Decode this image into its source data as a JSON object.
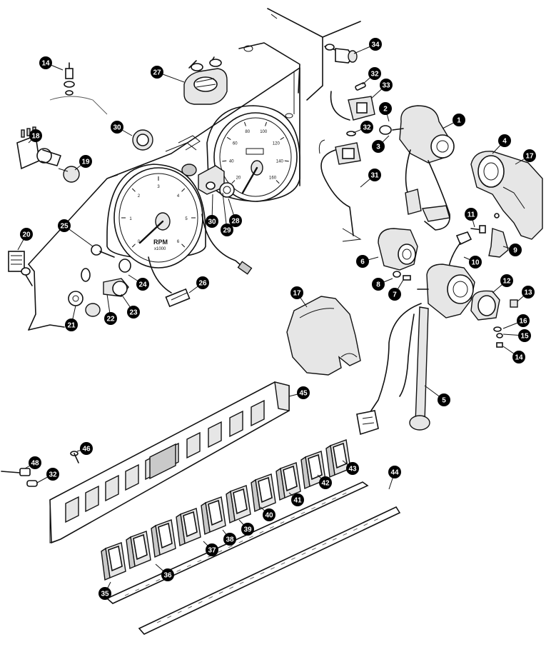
{
  "diagram": {
    "style": "exploded parts view, black line art on white",
    "gauges": {
      "tachometer": {
        "face_label": "RPM",
        "face_sublabel": "x1000",
        "scale": [
          "0",
          "1",
          "2",
          "3",
          "4",
          "5",
          "6"
        ]
      },
      "speedometer": {
        "scale": [
          "20",
          "40",
          "60",
          "80",
          "100",
          "120",
          "140",
          "160"
        ]
      }
    },
    "callouts": [
      {
        "id": "c1",
        "label": "1",
        "points_to": "ignition switch"
      },
      {
        "id": "c2",
        "label": "2",
        "points_to": "ignition switch screw"
      },
      {
        "id": "c3",
        "label": "3",
        "points_to": "switch fixing screw"
      },
      {
        "id": "c4",
        "label": "4",
        "points_to": "upper shroud"
      },
      {
        "id": "c5",
        "label": "5",
        "points_to": "steering column switch"
      },
      {
        "id": "c6",
        "label": "6",
        "points_to": "sender unit"
      },
      {
        "id": "c7",
        "label": "7",
        "points_to": "screw"
      },
      {
        "id": "c8",
        "label": "8",
        "points_to": "washer"
      },
      {
        "id": "c9",
        "label": "9",
        "points_to": "clamp"
      },
      {
        "id": "c10",
        "label": "10",
        "points_to": "harness"
      },
      {
        "id": "c11",
        "label": "11",
        "points_to": "bolt"
      },
      {
        "id": "c12",
        "label": "12",
        "points_to": "clamp ring"
      },
      {
        "id": "c13",
        "label": "13",
        "points_to": "nut"
      },
      {
        "id": "c14",
        "label": "14",
        "points_to": "bolt"
      },
      {
        "id": "c14b",
        "label": "14",
        "points_to": "sender"
      },
      {
        "id": "c15",
        "label": "15",
        "points_to": "washer"
      },
      {
        "id": "c16",
        "label": "16",
        "points_to": "washer"
      },
      {
        "id": "c17",
        "label": "17",
        "points_to": "shroud half"
      },
      {
        "id": "c17b",
        "label": "17",
        "points_to": "lower shroud"
      },
      {
        "id": "c18",
        "label": "18",
        "points_to": "rheostat"
      },
      {
        "id": "c19",
        "label": "19",
        "points_to": "knob"
      },
      {
        "id": "c20",
        "label": "20",
        "points_to": "switch"
      },
      {
        "id": "c21",
        "label": "21",
        "points_to": "washer"
      },
      {
        "id": "c22",
        "label": "22",
        "points_to": "lamp holder"
      },
      {
        "id": "c23",
        "label": "23",
        "points_to": "warning lamp"
      },
      {
        "id": "c24",
        "label": "24",
        "points_to": "speedometer cable"
      },
      {
        "id": "c25",
        "label": "25",
        "points_to": "bulb holder"
      },
      {
        "id": "c26",
        "label": "26",
        "points_to": "connector"
      },
      {
        "id": "c27",
        "label": "27",
        "points_to": "twin lens"
      },
      {
        "id": "c28",
        "label": "28",
        "points_to": "trip knob"
      },
      {
        "id": "c29",
        "label": "29",
        "points_to": "bezel"
      },
      {
        "id": "c30",
        "label": "30",
        "points_to": "grommet"
      },
      {
        "id": "c30b",
        "label": "30",
        "points_to": "grommet"
      },
      {
        "id": "c31",
        "label": "31",
        "points_to": "harness"
      },
      {
        "id": "c32",
        "label": "32",
        "points_to": "bulb"
      },
      {
        "id": "c32b",
        "label": "32",
        "points_to": "bulb"
      },
      {
        "id": "c32c",
        "label": "32",
        "points_to": "bulb"
      },
      {
        "id": "c33",
        "label": "33",
        "points_to": "switch"
      },
      {
        "id": "c34",
        "label": "34",
        "points_to": "lamp"
      },
      {
        "id": "c35",
        "label": "35",
        "points_to": "rocker switch"
      },
      {
        "id": "c36",
        "label": "36",
        "points_to": "rocker switch"
      },
      {
        "id": "c37",
        "label": "37",
        "points_to": "rocker switch"
      },
      {
        "id": "c38",
        "label": "38",
        "points_to": "rocker switch"
      },
      {
        "id": "c39",
        "label": "39",
        "points_to": "rocker switch"
      },
      {
        "id": "c40",
        "label": "40",
        "points_to": "rocker switch"
      },
      {
        "id": "c41",
        "label": "41",
        "points_to": "rocker switch"
      },
      {
        "id": "c42",
        "label": "42",
        "points_to": "rocker switch"
      },
      {
        "id": "c43",
        "label": "43",
        "points_to": "rocker switch"
      },
      {
        "id": "c44",
        "label": "44",
        "points_to": "label strips"
      },
      {
        "id": "c45",
        "label": "45",
        "points_to": "switch panel"
      },
      {
        "id": "c46",
        "label": "46",
        "points_to": "screw"
      },
      {
        "id": "c48",
        "label": "48",
        "points_to": "bulb holder"
      }
    ]
  }
}
